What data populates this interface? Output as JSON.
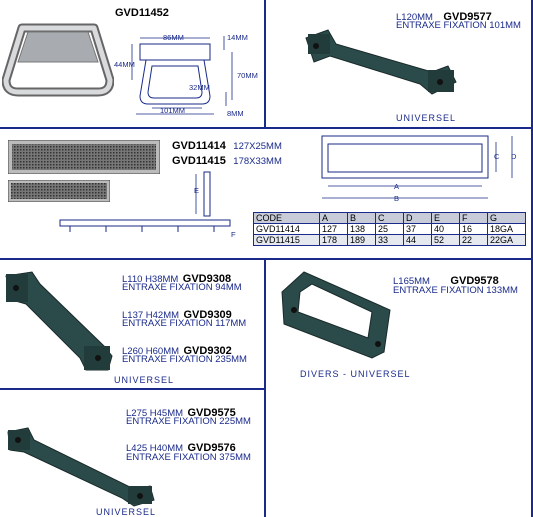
{
  "panels": {
    "gvd11452": {
      "ref": "GVD11452",
      "dims": {
        "top": "86MM",
        "left": "44MM",
        "inner": "32MM",
        "bottom": "101MM",
        "right_top": "14MM",
        "right_mid": "70MM",
        "right_bot": "8MM"
      }
    },
    "gvd9577": {
      "length": "L120MM",
      "ref": "GVD9577",
      "entraxe": "ENTRAXE FIXATION 101MM",
      "note": "UNIVERSEL"
    },
    "gvd11414": {
      "ref1": "GVD11414",
      "size1": "127X25MM",
      "ref2": "GVD11415",
      "size2": "178X33MM",
      "letters": {
        "a": "A",
        "b": "B",
        "c": "C",
        "d": "D",
        "e": "E",
        "f": "F"
      },
      "table": {
        "headers": [
          "CODE",
          "A",
          "B",
          "C",
          "D",
          "E",
          "F",
          "G"
        ],
        "rows": [
          [
            "GVD11414",
            "127",
            "138",
            "25",
            "37",
            "40",
            "16",
            "18GA"
          ],
          [
            "GVD11415",
            "178",
            "189",
            "33",
            "44",
            "52",
            "22",
            "22GA"
          ]
        ]
      }
    },
    "gvd9308": {
      "l1": "L110 H38MM",
      "r1": "GVD9308",
      "e1": "ENTRAXE FIXATION 94MM",
      "l2": "L137 H42MM",
      "r2": "GVD9309",
      "e2": "ENTRAXE FIXATION 117MM",
      "l3": "L260 H60MM",
      "r3": "GVD9302",
      "e3": "ENTRAXE FIXATION 235MM",
      "note": "UNIVERSEL"
    },
    "gvd9578": {
      "length": "L165MM",
      "ref": "GVD9578",
      "entraxe": "ENTRAXE FIXATION 133MM",
      "note": "DIVERS - UNIVERSEL"
    },
    "gvd9575": {
      "l1": "L275 H45MM",
      "r1": "GVD9575",
      "e1": "ENTRAXE FIXATION 225MM",
      "l2": "L425 H40MM",
      "r2": "GVD9576",
      "e2": "ENTRAXE FIXATION 375MM",
      "note": "UNIVERSEL"
    }
  },
  "colors": {
    "divider": "#1a2a8a",
    "handle": "#2b4a4a",
    "metal": "#b8bcc0"
  }
}
